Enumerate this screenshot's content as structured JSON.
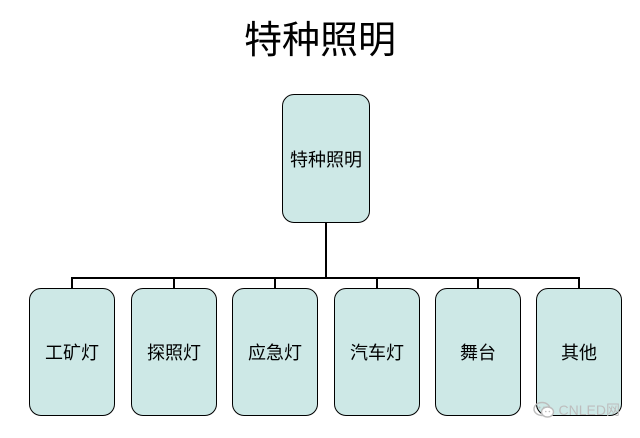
{
  "title": "特种照明",
  "colors": {
    "node_fill": "#cde8e6",
    "border": "#000000"
  },
  "root": {
    "label": "特种照明"
  },
  "children": [
    {
      "label": "工矿灯"
    },
    {
      "label": "探照灯"
    },
    {
      "label": "应急灯"
    },
    {
      "label": "汽车灯"
    },
    {
      "label": "舞台"
    },
    {
      "label": "其他"
    }
  ],
  "watermark": {
    "text": "CNLED网",
    "icon": "wechat-icon"
  }
}
